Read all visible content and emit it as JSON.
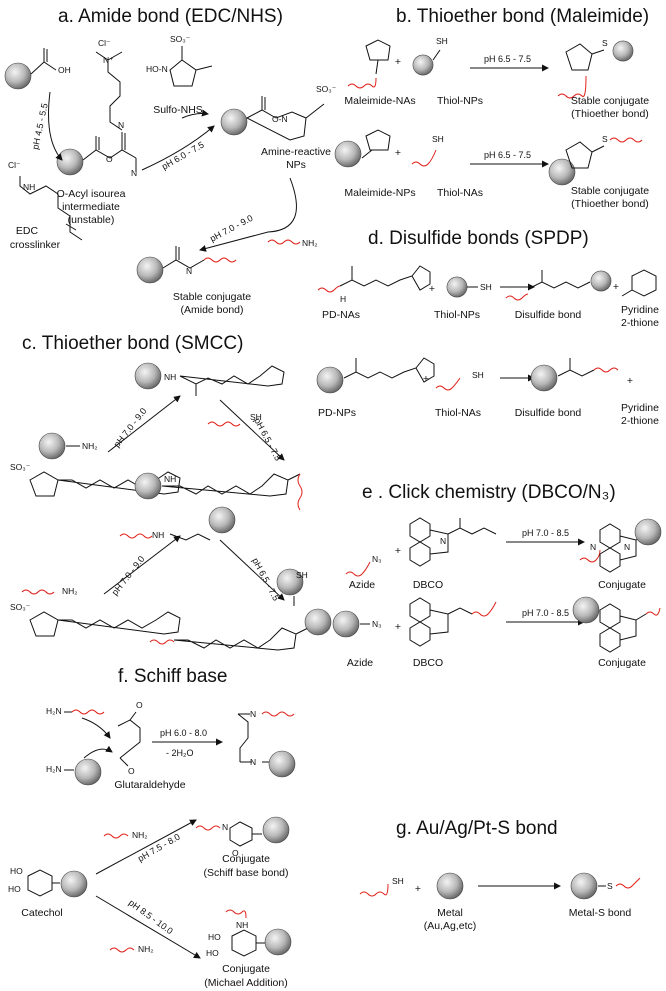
{
  "sections": {
    "a": {
      "title": "a. Amide bond (EDC/NHS)",
      "labels": {
        "oacyl1": "O-Acyl isourea",
        "oacyl2": "intermediate",
        "oacyl3": "(unstable)",
        "sulfo": "Sulfo-NHS",
        "amine1": "Amine-reactive",
        "amine2": "NPs",
        "stable1": "Stable conjugate",
        "stable2": "(Amide bond)",
        "edc1": "EDC",
        "edc2": "crosslinker",
        "ph1": "pH 4.5 - 5.5",
        "ph2": "pH 6.0 - 7.5",
        "ph3": "pH 7.0 - 9.0",
        "nh2": "NH₂",
        "cl": "Cl⁻",
        "oh": "OH"
      }
    },
    "b": {
      "title": "b. Thioether bond (Maleimide)",
      "labels": {
        "mal_nas": "Maleimide-NAs",
        "thiol_nps": "Thiol-NPs",
        "stable1": "Stable conjugate",
        "stable2": "(Thioether bond)",
        "mal_nps": "Maleimide-NPs",
        "thiol_nas": "Thiol-NAs",
        "stable3": "Stable conjugate",
        "stable4": "(Thioether bond)",
        "ph": "pH 6.5 - 7.5",
        "ph2": "pH 6.5 - 7.5",
        "plus": "+",
        "sh": "SH"
      }
    },
    "c": {
      "title": "c. Thioether bond (SMCC)",
      "labels": {
        "ph1": "pH 7.0 - 9.0",
        "ph2": "pH 6.5 - 7.5",
        "ph3": "pH 7.0 - 9.0",
        "ph4": "pH 6.5 - 7.5",
        "nh2": "NH₂",
        "sh": "SH",
        "nh": "NH"
      }
    },
    "d": {
      "title": "d. Disulfide bonds (SPDP)",
      "labels": {
        "pd_nas": "PD-NAs",
        "thiol_nps": "Thiol-NPs",
        "disulfide": "Disulfide bond",
        "pyr1": "Pyridine",
        "pyr2": "2-thione",
        "pd_nps": "PD-NPs",
        "thiol_nas": "Thiol-NAs",
        "disulfide2": "Disulfide bond",
        "pyr3": "Pyridine",
        "pyr4": "2-thione",
        "plus": "+",
        "sh": "SH"
      }
    },
    "e": {
      "title": "e . Click chemistry (DBCO/N₃)",
      "labels": {
        "azide": "Azide",
        "dbco": "DBCO",
        "conj": "Conjugate",
        "azide2": "Azide",
        "dbco2": "DBCO",
        "conj2": "Conjugate",
        "ph": "pH 7.0 - 8.5",
        "ph2": "pH 7.0 - 8.5",
        "n3": "N₃",
        "plus": "+"
      }
    },
    "f": {
      "title": "f. Schiff base",
      "labels": {
        "glut": "Glutaraldehyde",
        "ph": "pH 6.0 - 8.0",
        "h2o": "- 2H₂O",
        "catechol": "Catechol",
        "conj1": "Conjugate",
        "conj1b": "(Schiff base bond)",
        "conj2": "Conjugate",
        "conj2b": "(Michael Addition)",
        "ph2": "pH 7.5 - 8.0",
        "ph3": "pH 8.5 - 10.0",
        "h2n": "H₂N",
        "nh2": "NH₂",
        "o": "O",
        "n": "N",
        "ho": "HO",
        "nh": "NH"
      }
    },
    "g": {
      "title": "g. Au/Ag/Pt-S bond",
      "labels": {
        "metal1": "Metal",
        "metal2": "(Au,Ag,etc)",
        "metals": "Metal-S bond",
        "sh": "SH",
        "plus": "+",
        "s": "S"
      }
    }
  },
  "colors": {
    "nanoparticle_light": "#f2f2f2",
    "nanoparticle_dark": "#6e6e6e",
    "nucleic_acid": "#e0231b",
    "ink": "#111111"
  }
}
